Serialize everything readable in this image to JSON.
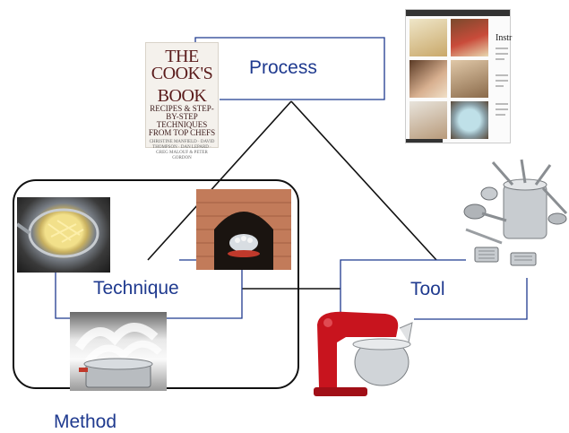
{
  "labels": {
    "process": "Process",
    "technique": "Technique",
    "tool": "Tool",
    "method": "Method"
  },
  "book": {
    "title_line1": "THE COOK'S",
    "title_line2": "BOOK",
    "subtitle": "RECIPES & STEP-BY-STEP TECHNIQUES FROM TOP CHEFS",
    "authors": "CHRISTINE MANFIELD · DAVID THOMPSON · DAN LEPARD · GREG MALOUF & PETER GORDON"
  },
  "instruction_page": {
    "heading": "Instr"
  },
  "colors": {
    "label_text": "#1f3a8f",
    "connector_lines": "#1f3a8f",
    "triangle_lines": "#111111",
    "mixer_red": "#c8141e"
  },
  "icons": [
    "cookbook-cover-image",
    "instruction-page-image",
    "deep-fryer-photo",
    "clay-oven-photo",
    "steaming-pot-photo",
    "kitchen-utensils-image",
    "stand-mixer-image"
  ]
}
